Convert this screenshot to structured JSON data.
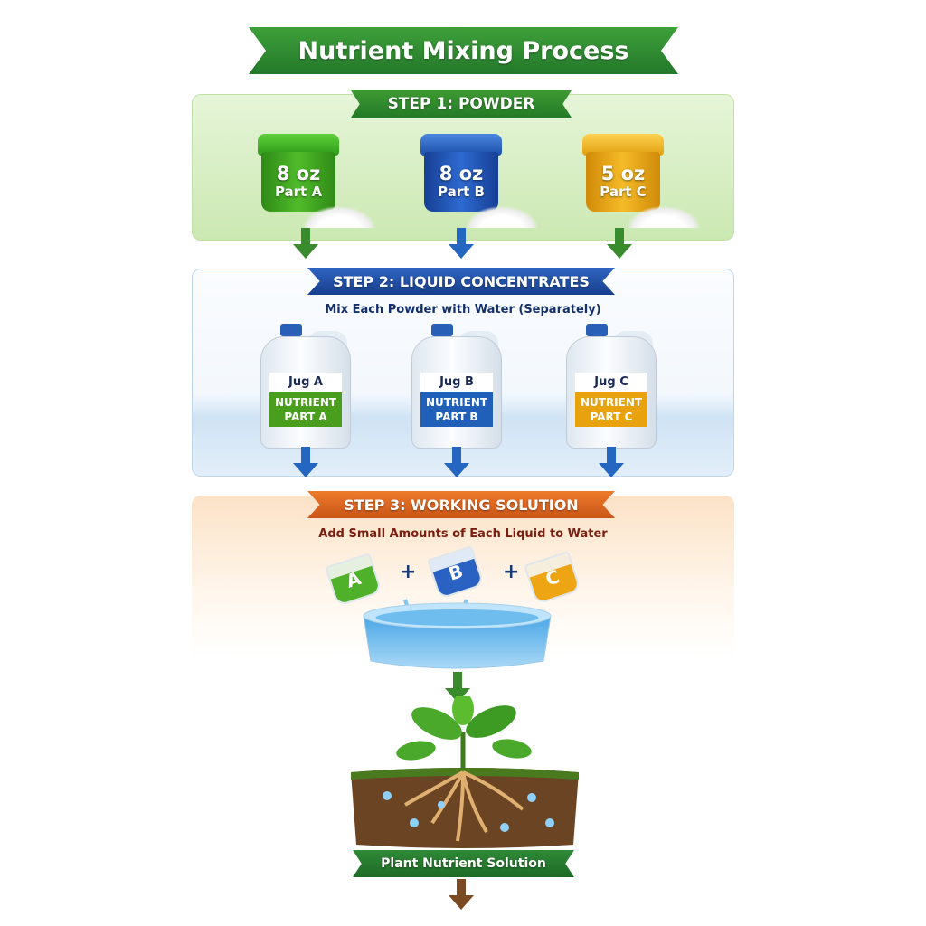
{
  "title": "Nutrient Mixing Process",
  "step1": {
    "label": "STEP 1:  POWDER",
    "jars": [
      {
        "amount": "8 oz",
        "part": "Part A",
        "color": "#3c9a1c"
      },
      {
        "amount": "8 oz",
        "part": "Part B",
        "color": "#1f55b0"
      },
      {
        "amount": "5 oz",
        "part": "Part C",
        "color": "#e3a414"
      }
    ]
  },
  "step2": {
    "label": "STEP 2:  LIQUID CONCENTRATES",
    "subtitle": "Mix Each Powder with Water (Separately)",
    "jugs": [
      {
        "name": "Jug A",
        "line1": "NUTRIENT",
        "line2": "PART A",
        "color": "#4a9e1e"
      },
      {
        "name": "Jug B",
        "line1": "NUTRIENT",
        "line2": "PART B",
        "color": "#2160b8"
      },
      {
        "name": "Jug C",
        "line1": "NUTRIENT",
        "line2": "PART C",
        "color": "#e8a20e"
      }
    ]
  },
  "step3": {
    "label": "STEP 3:  WORKING SOLUTION",
    "subtitle": "Add Small Amounts of Each Liquid to Water",
    "cups": [
      "A",
      "B",
      "C"
    ],
    "plus": "+"
  },
  "result": {
    "label": "Plant Nutrient Solution"
  },
  "colors": {
    "green": "#2e8a2a",
    "blue": "#1d4f9e",
    "orange": "#d9641a",
    "brown": "#7a4a22"
  }
}
